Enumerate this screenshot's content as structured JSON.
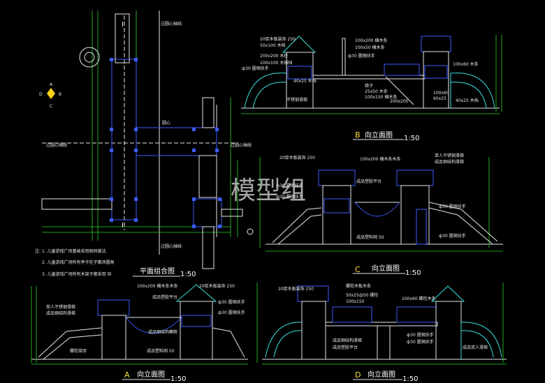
{
  "plan": {
    "title": "平面组合图",
    "scale": "1:50",
    "axis_label_top": "过圆心轴线",
    "axis_label_right": "过圆心轴线",
    "axis_label_left": "过圆心轴线",
    "axis_label_bottom": "过圆心轴线",
    "center_label": "圆心",
    "section_marks": [
      "I",
      "I"
    ],
    "compass": [
      "A",
      "B",
      "C",
      "D"
    ]
  },
  "notes": [
    "注:  1. 儿童游戏广场基础采用相同做法.",
    "2. 儿童游戏广场所有亭子柱子都须圆角",
    "3. 儿童游戏广场所有木架子都采用 锌"
  ],
  "elevation_b": {
    "letter": "B",
    "title": "向立面图",
    "scale": "1:50",
    "labels": [
      "20厚木板装饰 250",
      "50x100 木档",
      "200x200 木柱",
      "100x100 木横档",
      "ф30 圆钢扶手",
      "40x25 木档",
      "不锈钢滑梯",
      "100x200 横木条",
      "100x50 横木条",
      "ф30 圆钢扶手",
      "梯子",
      "25x50 木条",
      "100x150 横木条",
      "200x200",
      "40x25 木档",
      "100x60 木条",
      "100x60",
      "60x25"
    ]
  },
  "elevation_c": {
    "letter": "C",
    "title": "向立面图",
    "scale": "1:50",
    "labels": [
      "20厚木板装饰 250",
      "100x200 横木条木条",
      "单人不锈钢滑梯",
      "成品钢结构滑梯",
      "成品塑胶平台",
      "ф30 圆钢扶手",
      "ф30 圆钢扶手",
      "ф30 圆钢扶手",
      "ф30 圆钢扶手",
      "成品塑料网 50"
    ]
  },
  "elevation_a": {
    "letter": "A",
    "title": "向立面图",
    "scale": "1:50",
    "labels": [
      "100x200 横木条木条",
      "20厚木板装饰 250",
      "单人不锈钢滑梯",
      "成品钢结构滑梯",
      "成品塑胶平台",
      "ф30 圆钢扶手",
      "ф30 圆钢扶手",
      "螺栓接驳",
      "成品塑料网 50",
      "成品钢结构攀爬"
    ]
  },
  "elevation_d": {
    "letter": "D",
    "title": "向立面图",
    "scale": "1:50",
    "labels": [
      "20厚木板装饰 250",
      "螺栓木板木条",
      "50x25@50 螺栓",
      "100x150",
      "100x60 螺栓木条",
      "ф30 圆钢扶手",
      "ф30 圆钢扶手",
      "成品钢结构滑梯",
      "成品塑胶平台",
      "成品双人滑梯"
    ]
  },
  "watermark": "模型组"
}
